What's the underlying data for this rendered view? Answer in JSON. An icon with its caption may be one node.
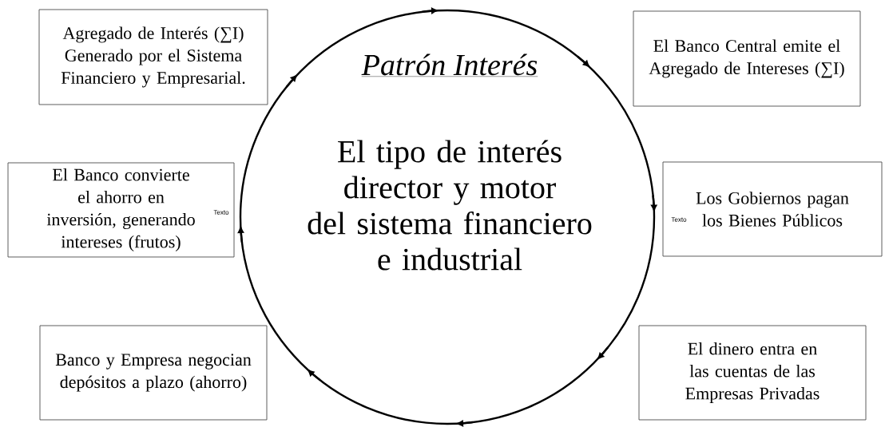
{
  "diagram": {
    "nodes": [
      {
        "text": [
          "Agregado de Interés (∑I) Generado por el Sistema Financiero y Empresarial."
        ]
      },
      {
        "text": [
          "El Banco Central emite el Agregado de Intereses (∑I)"
        ]
      },
      {
        "text": [
          "Patrón Interés",
          "El tipo de interés director y motor del sistema financiero e industrial"
        ]
      },
      {
        "text": [
          "El Banco convierte el ahorro en inversión, generando intereses (frutos)"
        ]
      },
      {
        "text": [
          "Los Gobiernos pagan los Bienes Públicos"
        ]
      },
      {
        "text": [
          "Banco y Empresa negocian depósitos a plazo (ahorro)"
        ]
      },
      {
        "text": [
          "El dinero entra en las cuentas de las Empresas Privadas"
        ]
      }
    ],
    "labels": [
      "Texto",
      "Texto"
    ]
  }
}
